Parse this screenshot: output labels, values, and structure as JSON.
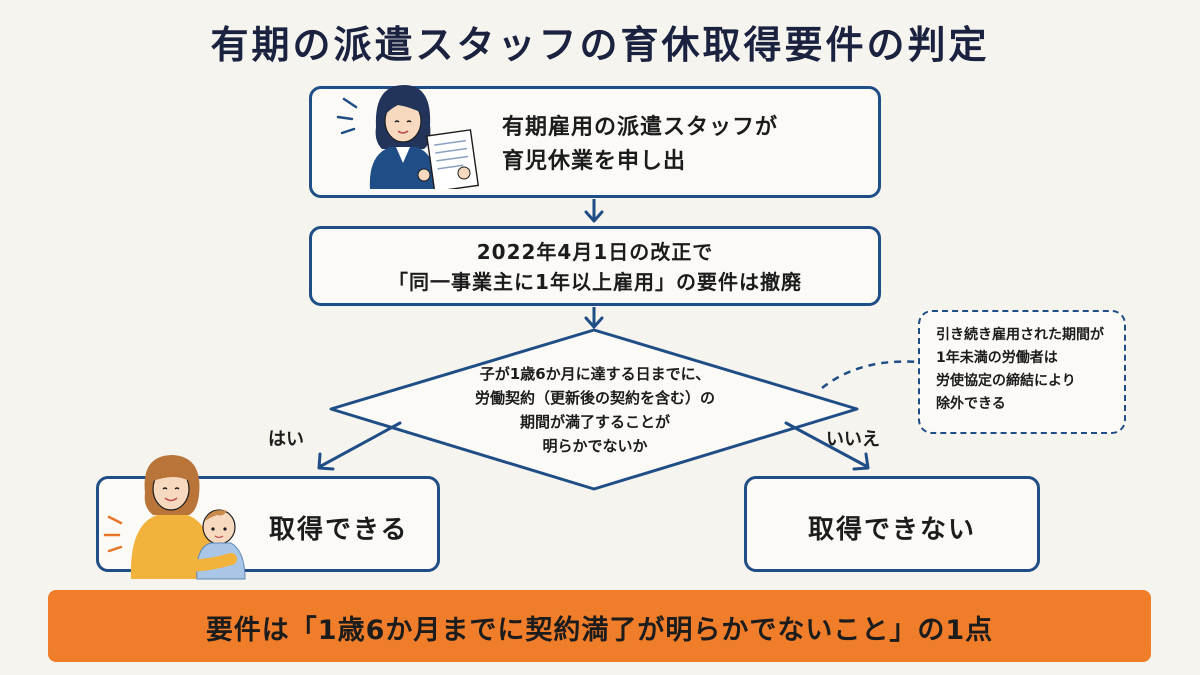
{
  "title": "有期の派遣スタッフの育休取得要件の判定",
  "step1": {
    "line1": "有期雇用の派遣スタッフが",
    "line2": "育児休業を申し出",
    "illustration": "woman-with-document"
  },
  "step2": {
    "line1": "2022年4月1日の改正で",
    "line2": "「同一事業主に1年以上雇用」の要件は撤廃"
  },
  "decision": {
    "line1": "子が1歳6か月に達する日までに、",
    "line2": "労働契約（更新後の契約を含む）の",
    "line3": "期間が満了することが",
    "line4": "明らかでないか"
  },
  "note": {
    "line1": "引き続き雇用された期間が",
    "line2": "1年未満の労働者は",
    "line3": "労使協定の締結により",
    "line4": "除外できる"
  },
  "branch_yes": {
    "label": "はい",
    "result": "取得できる",
    "illustration": "mother-with-baby"
  },
  "branch_no": {
    "label": "いいえ",
    "result": "取得できない"
  },
  "banner": {
    "text": "要件は「1歳6か月までに契約満了が明らかでないこと」の1点"
  },
  "colors": {
    "line": "#1f4d86",
    "banner": "#f07d2a",
    "background": "#f6f4ee"
  }
}
